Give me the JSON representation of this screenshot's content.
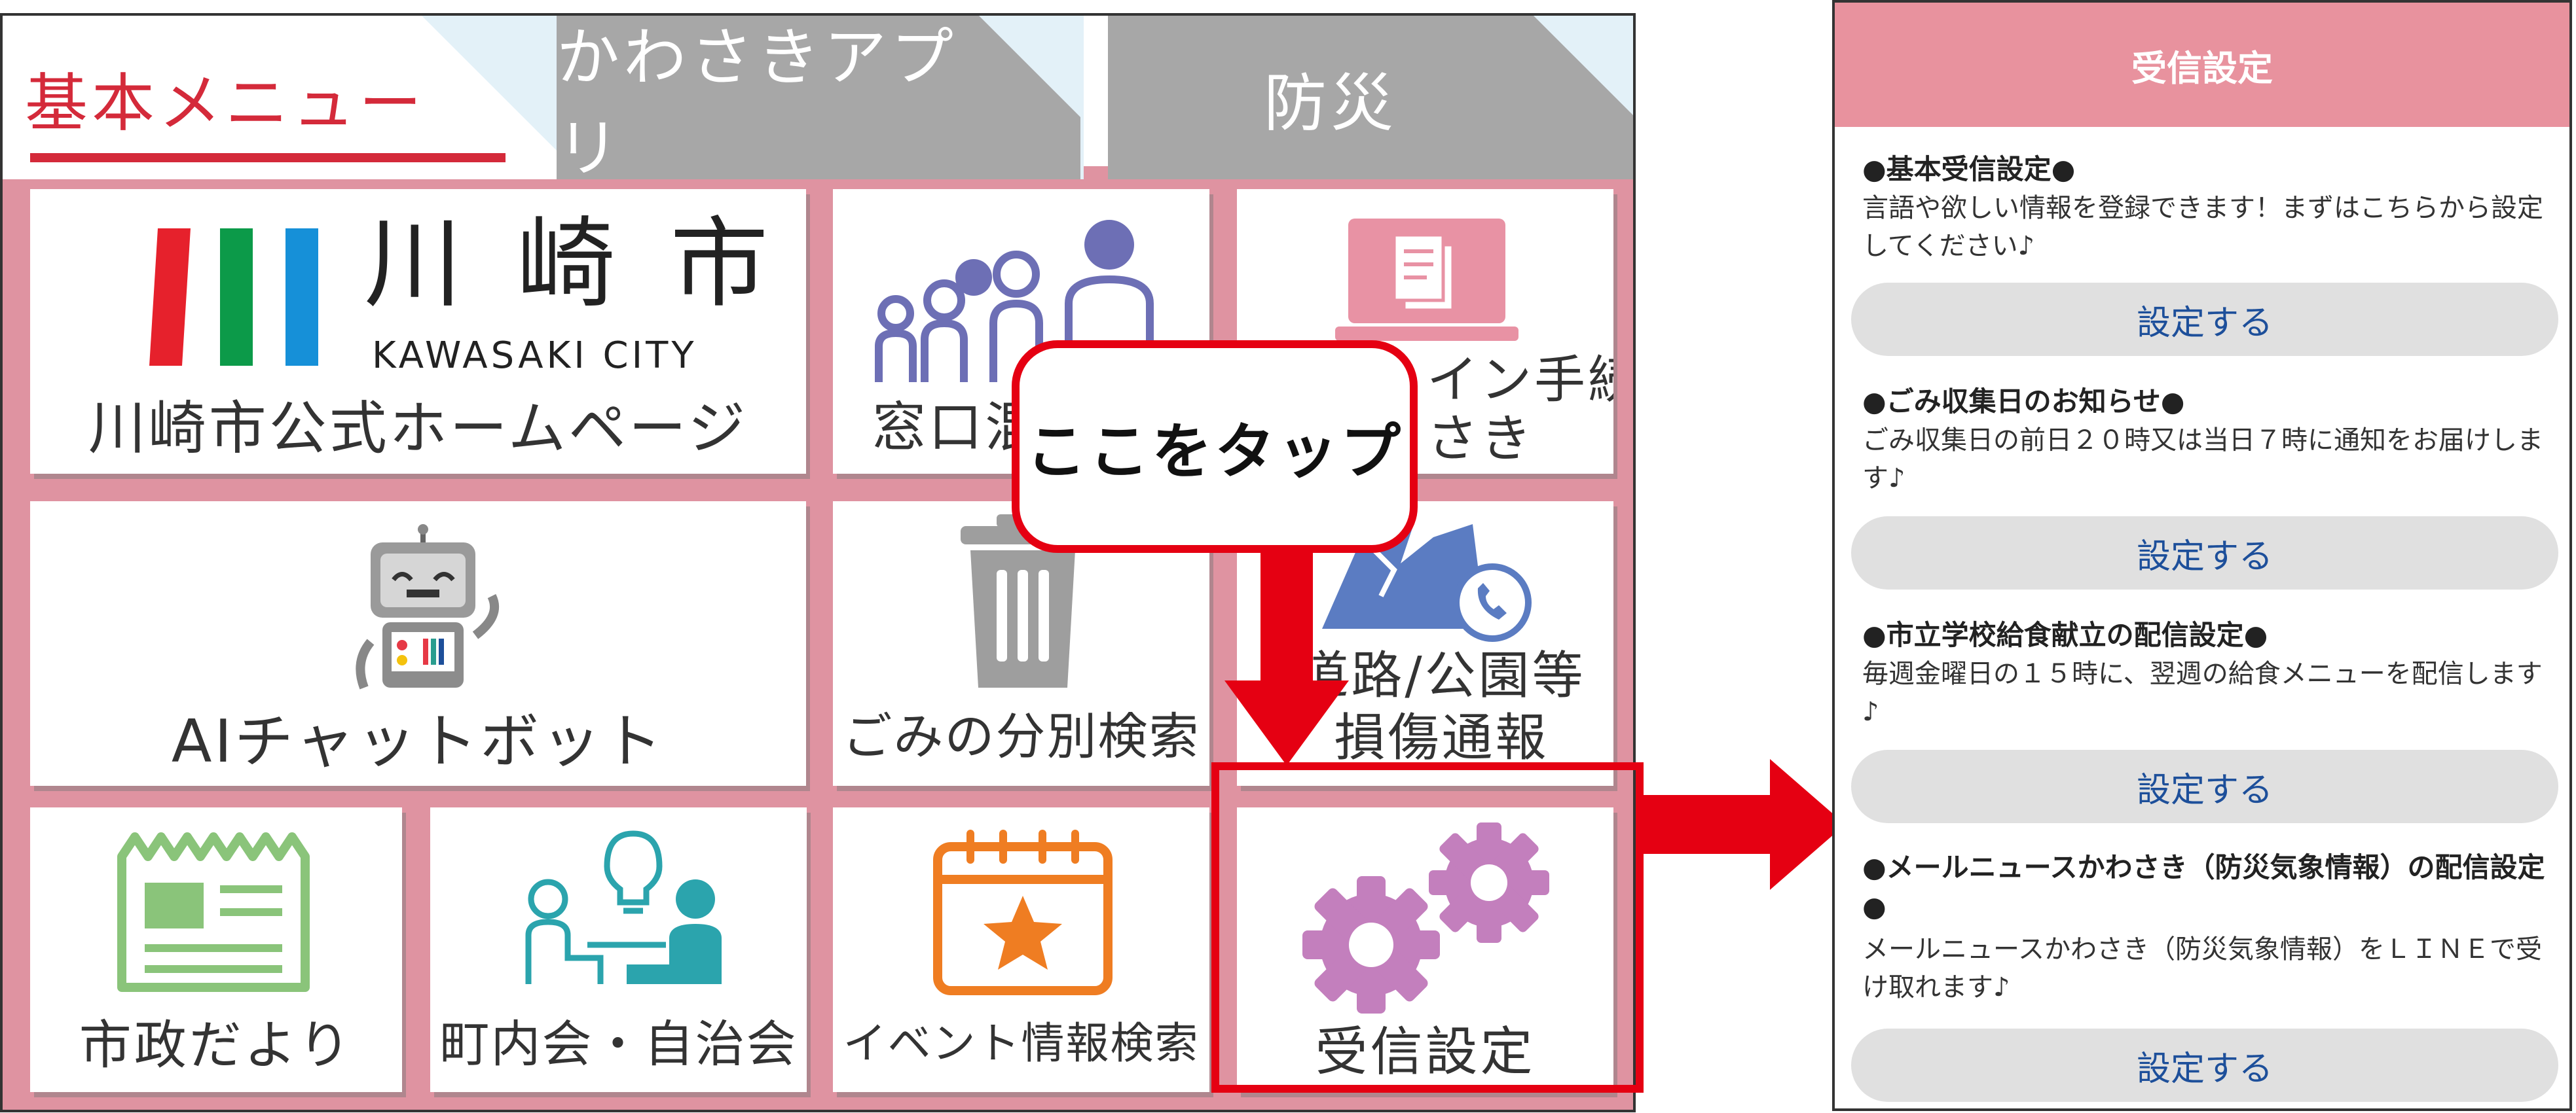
{
  "tabs": [
    {
      "label": "基本メニュー"
    },
    {
      "label": "かわさきアプリ"
    },
    {
      "label": "防災"
    }
  ],
  "menu": {
    "homepage": {
      "logo_main": "川 崎 市",
      "logo_sub": "KAWASAKI CITY",
      "label": "川崎市公式ホームページ"
    },
    "window": {
      "label": "窓口混"
    },
    "online": {
      "label_line1": "イン手続",
      "label_line2": "さき"
    },
    "chatbot": {
      "label": "AIチャットボット"
    },
    "garbage": {
      "label": "ごみの分別検索"
    },
    "road": {
      "label_line1": "道路/公園等",
      "label_line2": "損傷通報"
    },
    "newsletter": {
      "label": "市政だより"
    },
    "community": {
      "label": "町内会・自治会"
    },
    "event": {
      "label": "イベント情報検索"
    },
    "settings": {
      "label": "受信設定"
    }
  },
  "callout": {
    "text": "ここをタップ"
  },
  "phone": {
    "header": "受信設定",
    "sections": [
      {
        "title": "●基本受信設定●",
        "desc": "言語や欲しい情報を登録できます！まずはこちらから設定してください♪",
        "button": "設定する"
      },
      {
        "title": "●ごみ収集日のお知らせ●",
        "desc": "ごみ収集日の前日２０時又は当日７時に通知をお届けします♪",
        "button": "設定する"
      },
      {
        "title": "●市立学校給食献立の配信設定●",
        "desc": "毎週金曜日の１５時に、翌週の給食メニューを配信します♪",
        "button": "設定する"
      },
      {
        "title": "●メールニュースかわさき（防災気象情報）の配信設定●",
        "desc": "メールニュースかわさき（防災気象情報）をＬＩＮＥで受け取れます♪",
        "button": "設定する"
      }
    ]
  },
  "colors": {
    "accent_red": "#e50012",
    "tab_red": "#d42a3a",
    "grid_pink": "#df93a1",
    "header_pink": "#e8929e",
    "link_blue": "#1d4f9a"
  }
}
